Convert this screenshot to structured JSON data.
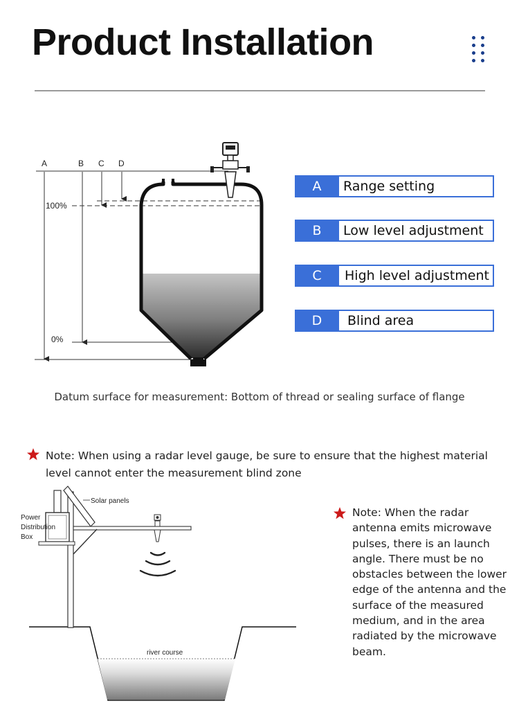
{
  "header": {
    "title": "Product Installation",
    "menu_icon": "dots-grid-icon"
  },
  "diagram": {
    "letters": {
      "a": "A",
      "b": "B",
      "c": "C",
      "d": "D"
    },
    "levels": {
      "full": "100%",
      "empty": "0%"
    }
  },
  "legend": [
    {
      "key": "A",
      "label": "Range setting"
    },
    {
      "key": "B",
      "label": "Low level adjustment"
    },
    {
      "key": "C",
      "label": "High level adjustment"
    },
    {
      "key": "D",
      "label": "Blind area"
    }
  ],
  "caption": "Datum surface for measurement: Bottom of thread or sealing surface of flange",
  "note1": "Note: When using a radar level gauge, be sure to ensure that the highest material level cannot enter the measurement blind zone",
  "installation": {
    "solar": "Solar panels",
    "power_box": [
      "Power",
      "Distribution",
      "Box"
    ],
    "river": "river course"
  },
  "note2": "Note: When the radar antenna emits microwave pulses, there is an launch angle. There must be no obstacles between the lower edge of the antenna and the surface of the measured medium, and in the area radiated by the microwave beam.",
  "colors": {
    "accent": "#3a6fd8",
    "star": "#cc1a1a",
    "dots": "#1a3e8c"
  }
}
